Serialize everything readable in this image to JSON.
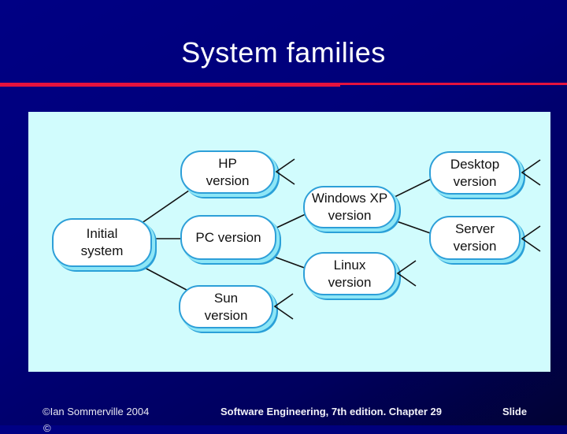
{
  "slide": {
    "title": "System families"
  },
  "colors": {
    "background_navy": "#000080",
    "accent_red": "#e5123e",
    "panel_cyan": "#d1fcfd",
    "node_border_blue": "#2d9fd8",
    "node_shadow_cyan": "#8de6f6",
    "node_fill": "#ffffff",
    "edge_black": "#111111"
  },
  "diagram": {
    "nodes": {
      "initial": {
        "line1": "Initial",
        "line2": "system"
      },
      "hp": {
        "line1": "HP",
        "line2": "version"
      },
      "pc": {
        "line1": "PC version",
        "line2": ""
      },
      "sun": {
        "line1": "Sun",
        "line2": "version"
      },
      "winxp": {
        "line1": "Windows XP",
        "line2": "version"
      },
      "linux": {
        "line1": "Linux",
        "line2": "version"
      },
      "desktop": {
        "line1": "Desktop",
        "line2": "version"
      },
      "server": {
        "line1": "Server",
        "line2": "version"
      }
    },
    "edges": [
      {
        "from": "initial",
        "to": "hp"
      },
      {
        "from": "initial",
        "to": "pc"
      },
      {
        "from": "initial",
        "to": "sun"
      },
      {
        "from": "pc",
        "to": "winxp"
      },
      {
        "from": "pc",
        "to": "linux"
      },
      {
        "from": "winxp",
        "to": "desktop"
      },
      {
        "from": "winxp",
        "to": "server"
      }
    ],
    "branch_marks_on": [
      "hp",
      "sun",
      "linux",
      "desktop",
      "server"
    ]
  },
  "footer": {
    "left": "©Ian Sommerville 2004",
    "left_line2_clipped": "©",
    "center": "Software Engineering, 7th edition. Chapter 29",
    "right": "Slide"
  }
}
